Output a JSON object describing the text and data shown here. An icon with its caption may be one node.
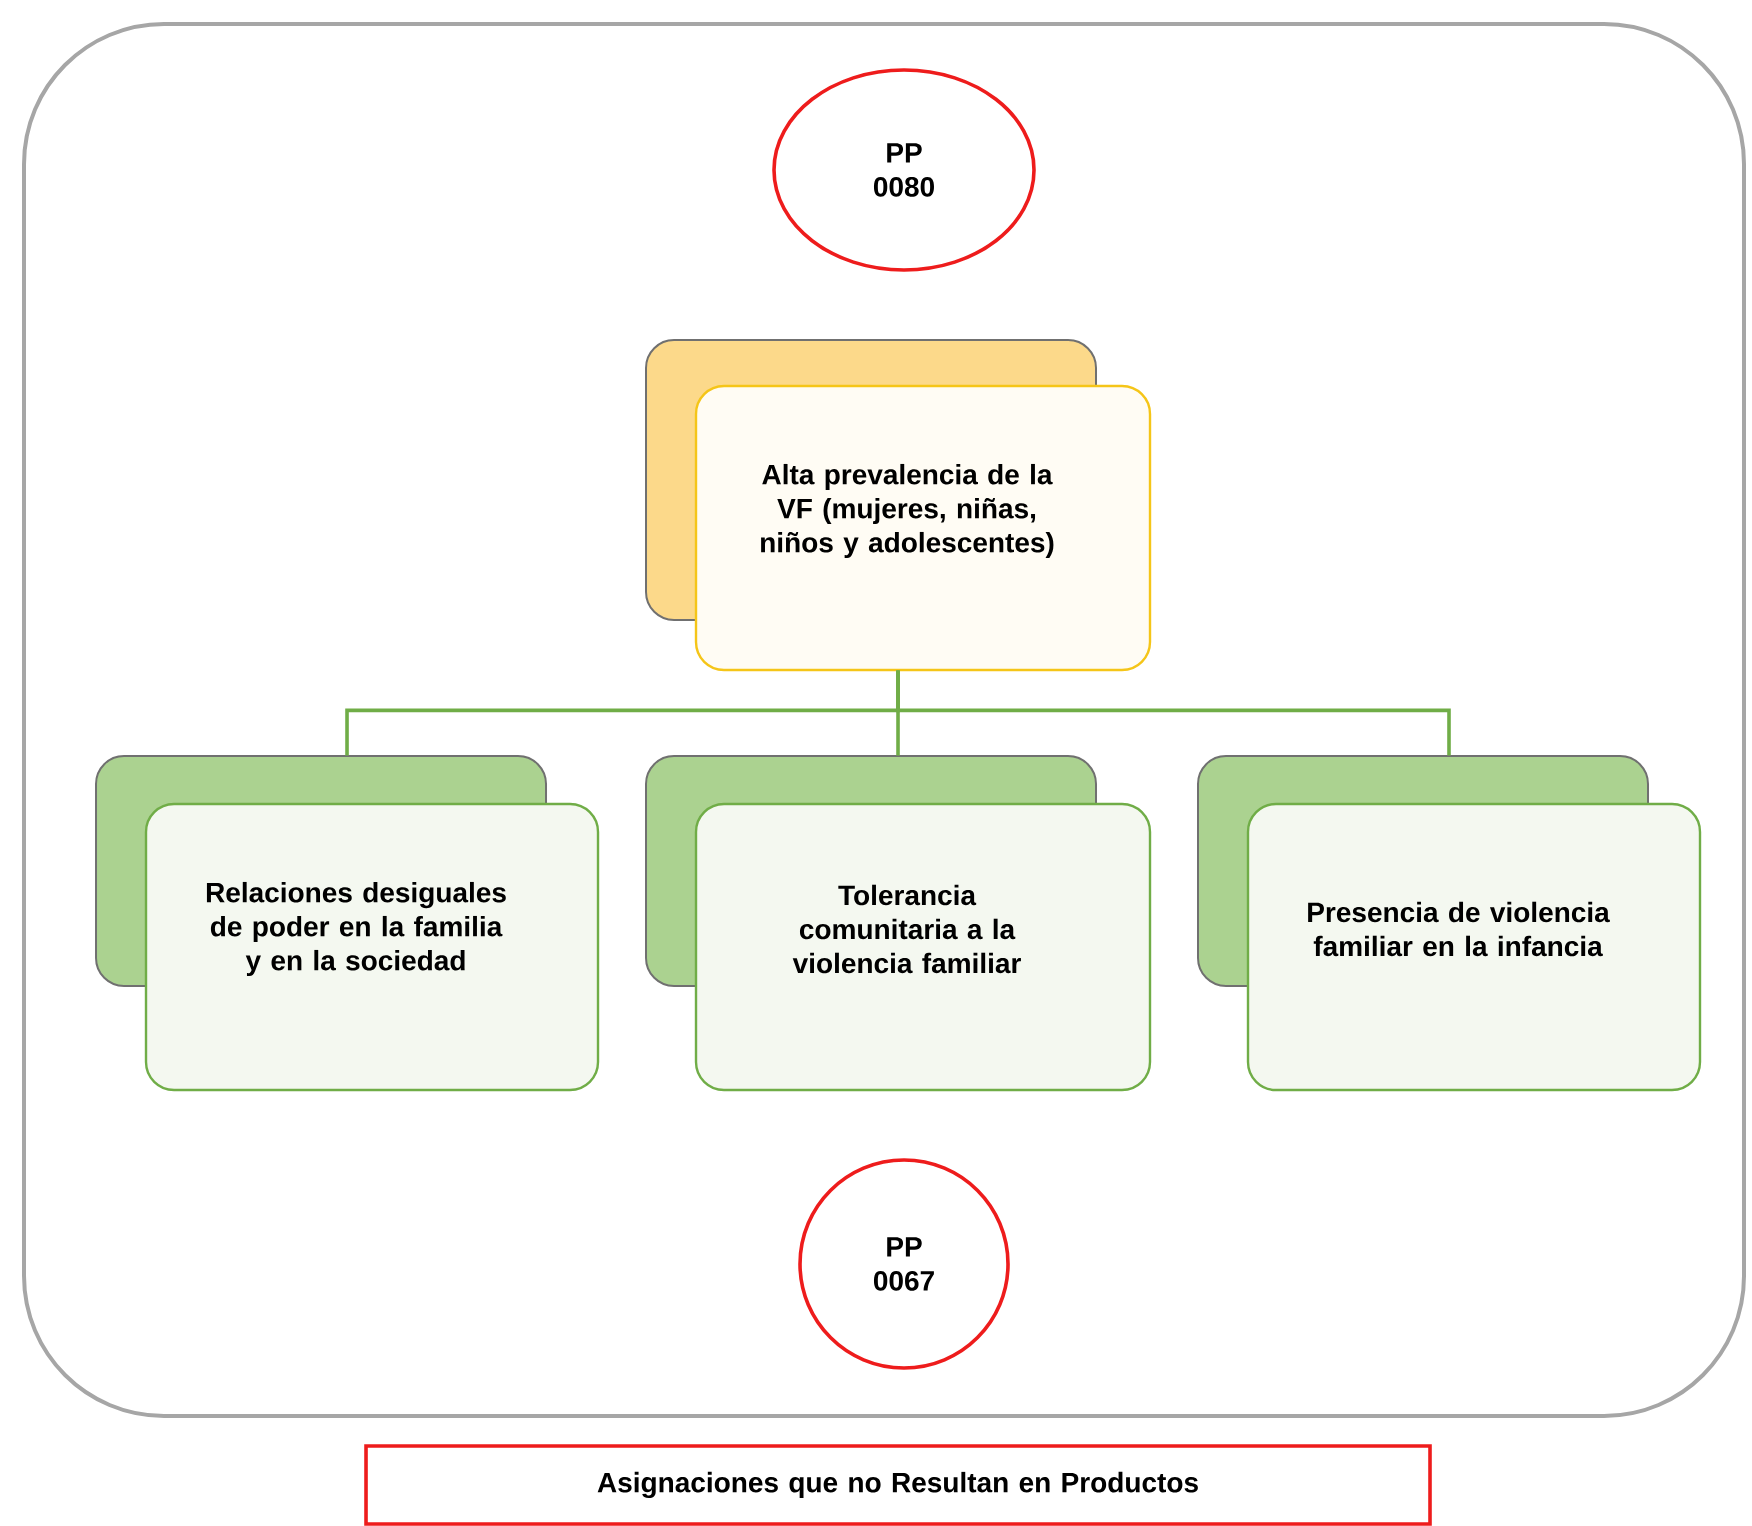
{
  "diagram": {
    "nodes": [
      {
        "text": [],
        "shape": "box"
      },
      {
        "text": [
          "PP 0080"
        ],
        "in": 0
      },
      {
        "text": [
          "Alta prevalencia de la VF (mujeres, niñas, niños y adolescentes)"
        ],
        "in": 0
      },
      {
        "text": [
          "Relaciones desiguales de poder en la familia y en la sociedad"
        ],
        "in": 0
      },
      {
        "text": [
          "Tolerancia comunitaria a la violencia familiar"
        ],
        "in": 0
      },
      {
        "text": [
          "Presencia de violencia familiar en la infancia"
        ],
        "in": 0
      },
      {
        "text": [
          "PP 0067"
        ],
        "in": 0
      },
      {
        "text": [
          "Asignaciones que no Resultan en Productos"
        ]
      }
    ],
    "edges": [
      {
        "from": 2,
        "to": 3,
        "arrow": "none"
      },
      {
        "from": 2,
        "to": 4,
        "arrow": "none"
      },
      {
        "from": 2,
        "to": 5,
        "arrow": "none"
      }
    ]
  }
}
